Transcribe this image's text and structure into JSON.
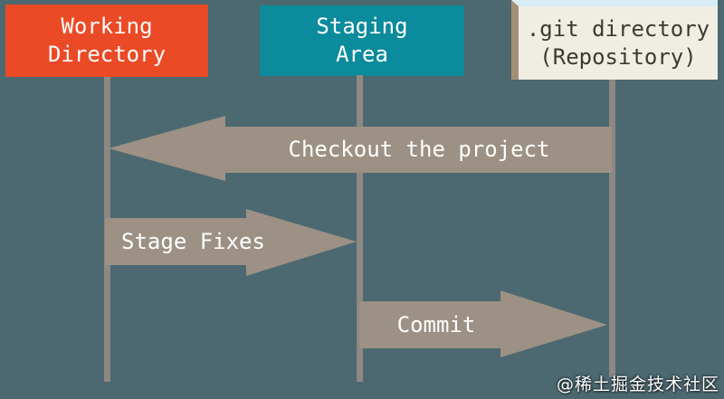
{
  "diagram": {
    "columns": [
      {
        "id": "working-directory",
        "label": "Working Directory",
        "lines": [
          "Working",
          "Directory"
        ],
        "color": "#EB4A26",
        "text_color": "#FFFFFF"
      },
      {
        "id": "staging-area",
        "label": "Staging Area",
        "lines": [
          "Staging",
          "Area"
        ],
        "color": "#0C8B9C",
        "text_color": "#FFFFFF"
      },
      {
        "id": "git-directory",
        "label": ".git directory (Repository)",
        "lines": [
          ".git directory",
          "(Repository)"
        ],
        "color": "#F0EDE2",
        "text_color": "#3D3935"
      }
    ],
    "arrows": [
      {
        "id": "checkout",
        "label": "Checkout the project",
        "from": "git-directory",
        "to": "working-directory",
        "direction": "left"
      },
      {
        "id": "stage-fixes",
        "label": "Stage Fixes",
        "from": "working-directory",
        "to": "staging-area",
        "direction": "right"
      },
      {
        "id": "commit",
        "label": "Commit",
        "from": "staging-area",
        "to": "git-directory",
        "direction": "right"
      }
    ],
    "colors": {
      "background": "#4C6870",
      "arrow_fill": "#9C9184",
      "lifeline": "#8D8883",
      "git_box_left_border": "#A28F75",
      "git_box_top_border": "#D8EDF5"
    }
  },
  "watermark": {
    "text": "@稀土掘金技术社区",
    "color": "#FFFFFF"
  }
}
